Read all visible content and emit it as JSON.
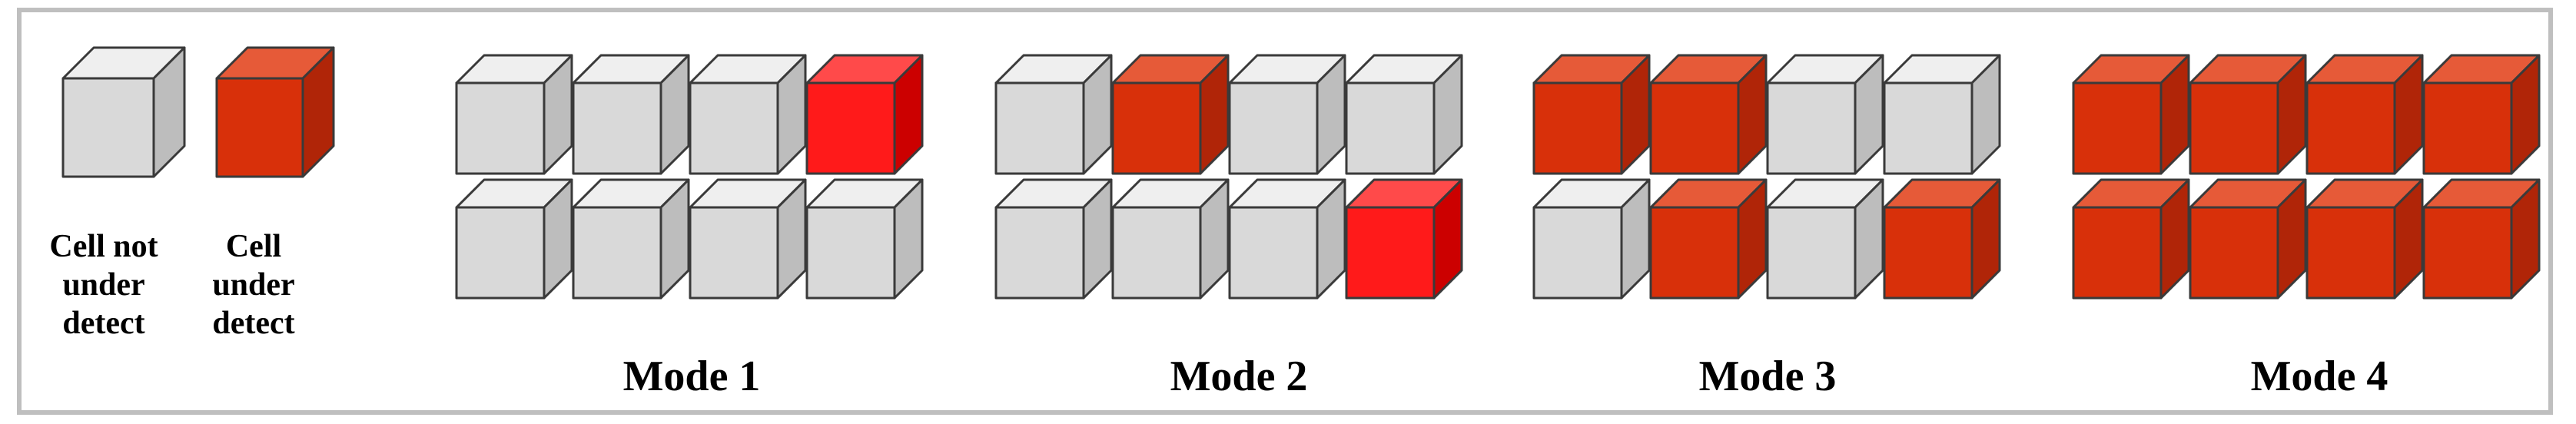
{
  "legend": {
    "off_label": "Cell not under detect",
    "on_label": "Cell under detect"
  },
  "colors": {
    "off_front": "#d9d9d9",
    "off_top": "#efefef",
    "off_side": "#bdbdbd",
    "on_front": "#d8300a",
    "on_top": "#e65a38",
    "on_side": "#b02508",
    "bright_front": "#ff1a1a",
    "bright_top": "#ff4a4a",
    "bright_side": "#cc0000",
    "edge": "#3a3a3a"
  },
  "modes": [
    {
      "label": "Mode 1",
      "grid": [
        [
          "off",
          "off",
          "off",
          "bright"
        ],
        [
          "off",
          "off",
          "off",
          "off"
        ]
      ]
    },
    {
      "label": "Mode 2",
      "grid": [
        [
          "off",
          "on",
          "off",
          "off"
        ],
        [
          "off",
          "off",
          "off",
          "bright"
        ]
      ]
    },
    {
      "label": "Mode 3",
      "grid": [
        [
          "on",
          "on",
          "off",
          "off"
        ],
        [
          "off",
          "on",
          "off",
          "on"
        ]
      ]
    },
    {
      "label": "Mode 4",
      "grid": [
        [
          "on",
          "on",
          "on",
          "on"
        ],
        [
          "on",
          "on",
          "on",
          "on"
        ]
      ]
    }
  ]
}
